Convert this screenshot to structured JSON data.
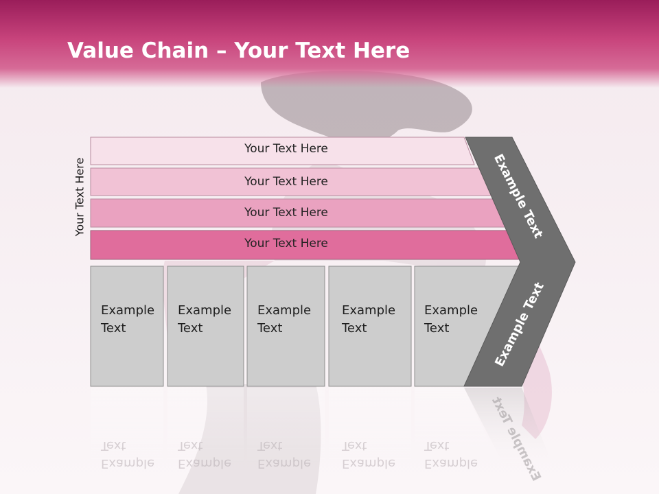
{
  "slide": {
    "title_bold": "Value Chain",
    "title_rest": " – Your Text Here",
    "side_label": "Your Text Here"
  },
  "bands": [
    {
      "label": "Your Text Here",
      "color": "#f7e1ea"
    },
    {
      "label": "Your Text Here",
      "color": "#f1c2d5"
    },
    {
      "label": "Your Text Here",
      "color": "#eaa2c0"
    },
    {
      "label": "Your Text Here",
      "color": "#e06d9c"
    }
  ],
  "columns": [
    {
      "line1": "Example",
      "line2": "Text"
    },
    {
      "line1": "Example",
      "line2": "Text"
    },
    {
      "line1": "Example",
      "line2": "Text"
    },
    {
      "line1": "Example",
      "line2": "Text"
    },
    {
      "line1": "Example",
      "line2": "Text"
    }
  ],
  "arrow": {
    "upper_label": "Example Text",
    "lower_label": "Example Text",
    "color": "#6f6f6f"
  },
  "colors": {
    "header_dark": "#9a1d5a",
    "header_light": "#d66b97",
    "column_fill": "#cdcdcd"
  }
}
